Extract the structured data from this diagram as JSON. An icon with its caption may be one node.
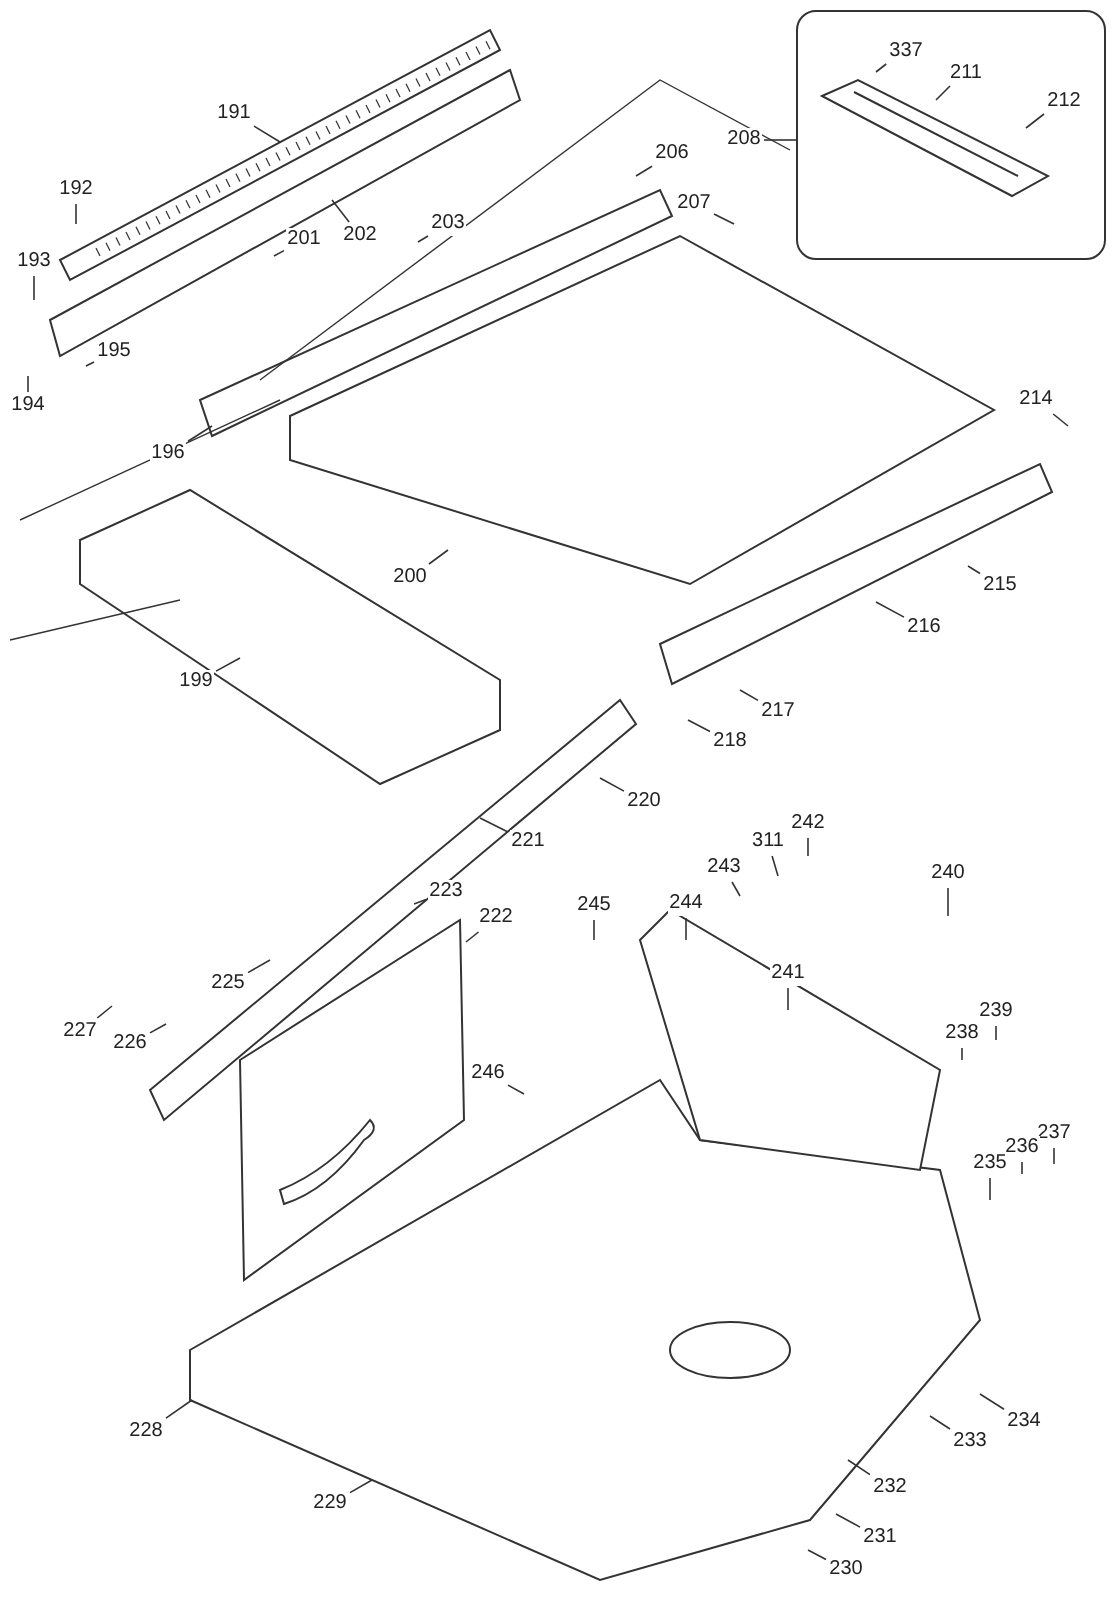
{
  "diagram": {
    "nodes": [
      {
        "text": [],
        "shape": "box"
      },
      {
        "text": [
          "337"
        ],
        "in": 0
      },
      {
        "text": [
          "211"
        ],
        "in": 0
      },
      {
        "text": [
          "212"
        ],
        "in": 0
      },
      {
        "text": [
          "191"
        ]
      },
      {
        "text": [
          "208"
        ]
      },
      {
        "text": [
          "206"
        ]
      },
      {
        "text": [
          "192"
        ]
      },
      {
        "text": [
          "207"
        ]
      },
      {
        "text": [
          "202"
        ]
      },
      {
        "text": [
          "201"
        ]
      },
      {
        "text": [
          "203"
        ]
      },
      {
        "text": [
          "193"
        ]
      },
      {
        "text": [
          "195"
        ]
      },
      {
        "text": [
          "194"
        ]
      },
      {
        "text": [
          "196"
        ]
      },
      {
        "text": [
          "214"
        ]
      },
      {
        "text": [
          "200"
        ]
      },
      {
        "text": [
          "215"
        ]
      },
      {
        "text": [
          "216"
        ]
      },
      {
        "text": [
          "199"
        ]
      },
      {
        "text": [
          "217"
        ]
      },
      {
        "text": [
          "218"
        ]
      },
      {
        "text": [
          "220"
        ]
      },
      {
        "text": [
          "221"
        ]
      },
      {
        "text": [
          "223"
        ]
      },
      {
        "text": [
          "222"
        ]
      },
      {
        "text": [
          "245"
        ]
      },
      {
        "text": [
          "243"
        ]
      },
      {
        "text": [
          "311"
        ]
      },
      {
        "text": [
          "242"
        ]
      },
      {
        "text": [
          "240"
        ]
      },
      {
        "text": [
          "244"
        ]
      },
      {
        "text": [
          "225"
        ]
      },
      {
        "text": [
          "241"
        ]
      },
      {
        "text": [
          "239"
        ]
      },
      {
        "text": [
          "238"
        ]
      },
      {
        "text": [
          "227"
        ]
      },
      {
        "text": [
          "226"
        ]
      },
      {
        "text": [
          "246"
        ]
      },
      {
        "text": [
          "237"
        ]
      },
      {
        "text": [
          "236"
        ]
      },
      {
        "text": [
          "235"
        ]
      },
      {
        "text": [
          "228"
        ]
      },
      {
        "text": [
          "234"
        ]
      },
      {
        "text": [
          "233"
        ]
      },
      {
        "text": [
          "229"
        ]
      },
      {
        "text": [
          "232"
        ]
      },
      {
        "text": [
          "231"
        ]
      },
      {
        "text": [
          "230"
        ]
      }
    ],
    "edges": [
      {
        "from": 1,
        "to": null,
        "arrow": "none"
      },
      {
        "from": 2,
        "to": null,
        "arrow": "none"
      },
      {
        "from": 3,
        "to": null,
        "arrow": "none"
      },
      {
        "from": 4,
        "to": null,
        "arrow": "none"
      },
      {
        "from": 5,
        "to": 0,
        "arrow": "none"
      },
      {
        "from": 6,
        "to": null,
        "arrow": "none"
      },
      {
        "from": 7,
        "to": null,
        "arrow": "none"
      },
      {
        "from": 8,
        "to": null,
        "arrow": "none"
      },
      {
        "from": 9,
        "to": null,
        "arrow": "none"
      },
      {
        "from": 10,
        "to": null,
        "arrow": "none"
      },
      {
        "from": 11,
        "to": null,
        "arrow": "none"
      },
      {
        "from": 12,
        "to": null,
        "arrow": "none"
      },
      {
        "from": 13,
        "to": null,
        "arrow": "none"
      },
      {
        "from": 14,
        "to": null,
        "arrow": "none"
      },
      {
        "from": 15,
        "to": null,
        "arrow": "none"
      },
      {
        "from": 16,
        "to": null,
        "arrow": "none"
      },
      {
        "from": 17,
        "to": null,
        "arrow": "none"
      },
      {
        "from": 18,
        "to": null,
        "arrow": "none"
      },
      {
        "from": 19,
        "to": null,
        "arrow": "none"
      },
      {
        "from": 20,
        "to": null,
        "arrow": "none"
      },
      {
        "from": 21,
        "to": null,
        "arrow": "none"
      },
      {
        "from": 22,
        "to": null,
        "arrow": "none"
      },
      {
        "from": 23,
        "to": null,
        "arrow": "none"
      },
      {
        "from": 24,
        "to": null,
        "arrow": "none"
      },
      {
        "from": 25,
        "to": null,
        "arrow": "none"
      },
      {
        "from": 26,
        "to": null,
        "arrow": "none"
      },
      {
        "from": 27,
        "to": null,
        "arrow": "none"
      },
      {
        "from": 28,
        "to": null,
        "arrow": "none"
      },
      {
        "from": 29,
        "to": null,
        "arrow": "none"
      },
      {
        "from": 30,
        "to": null,
        "arrow": "none"
      },
      {
        "from": 31,
        "to": null,
        "arrow": "none"
      },
      {
        "from": 32,
        "to": null,
        "arrow": "none"
      },
      {
        "from": 33,
        "to": null,
        "arrow": "none"
      },
      {
        "from": 34,
        "to": null,
        "arrow": "none"
      },
      {
        "from": 35,
        "to": null,
        "arrow": "none"
      },
      {
        "from": 36,
        "to": null,
        "arrow": "none"
      },
      {
        "from": 37,
        "to": null,
        "arrow": "none"
      },
      {
        "from": 38,
        "to": null,
        "arrow": "none"
      },
      {
        "from": 39,
        "to": null,
        "arrow": "none"
      },
      {
        "from": 40,
        "to": null,
        "arrow": "none"
      },
      {
        "from": 41,
        "to": null,
        "arrow": "none"
      },
      {
        "from": 42,
        "to": null,
        "arrow": "none"
      },
      {
        "from": 43,
        "to": null,
        "arrow": "none"
      },
      {
        "from": 44,
        "to": null,
        "arrow": "none"
      },
      {
        "from": 45,
        "to": null,
        "arrow": "none"
      },
      {
        "from": 46,
        "to": null,
        "arrow": "none"
      },
      {
        "from": 47,
        "to": null,
        "arrow": "none"
      },
      {
        "from": 48,
        "to": null,
        "arrow": "none"
      },
      {
        "from": 49,
        "to": null,
        "arrow": "none"
      }
    ]
  }
}
